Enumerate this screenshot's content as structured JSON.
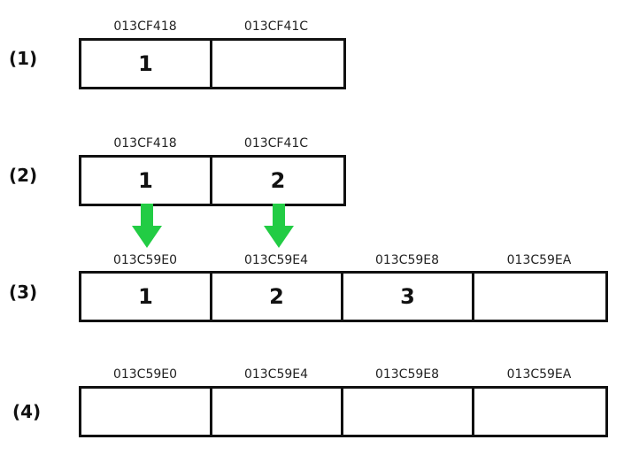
{
  "diagram": {
    "steps": [
      {
        "label": "(1)",
        "cells": [
          {
            "address": "013CF418",
            "value": "1"
          },
          {
            "address": "013CF41C",
            "value": ""
          }
        ]
      },
      {
        "label": "(2)",
        "cells": [
          {
            "address": "013CF418",
            "value": "1"
          },
          {
            "address": "013CF41C",
            "value": "2"
          }
        ]
      },
      {
        "label": "(3)",
        "cells": [
          {
            "address": "013C59E0",
            "value": "1"
          },
          {
            "address": "013C59E4",
            "value": "2"
          },
          {
            "address": "013C59E8",
            "value": "3"
          },
          {
            "address": "013C59EA",
            "value": ""
          }
        ]
      },
      {
        "label": "(4)",
        "cells": [
          {
            "address": "013C59E0",
            "value": ""
          },
          {
            "address": "013C59E4",
            "value": ""
          },
          {
            "address": "013C59E8",
            "value": ""
          },
          {
            "address": "013C59EA",
            "value": ""
          }
        ]
      }
    ],
    "arrow_color": "#22cc44",
    "border_color": "#111111"
  }
}
